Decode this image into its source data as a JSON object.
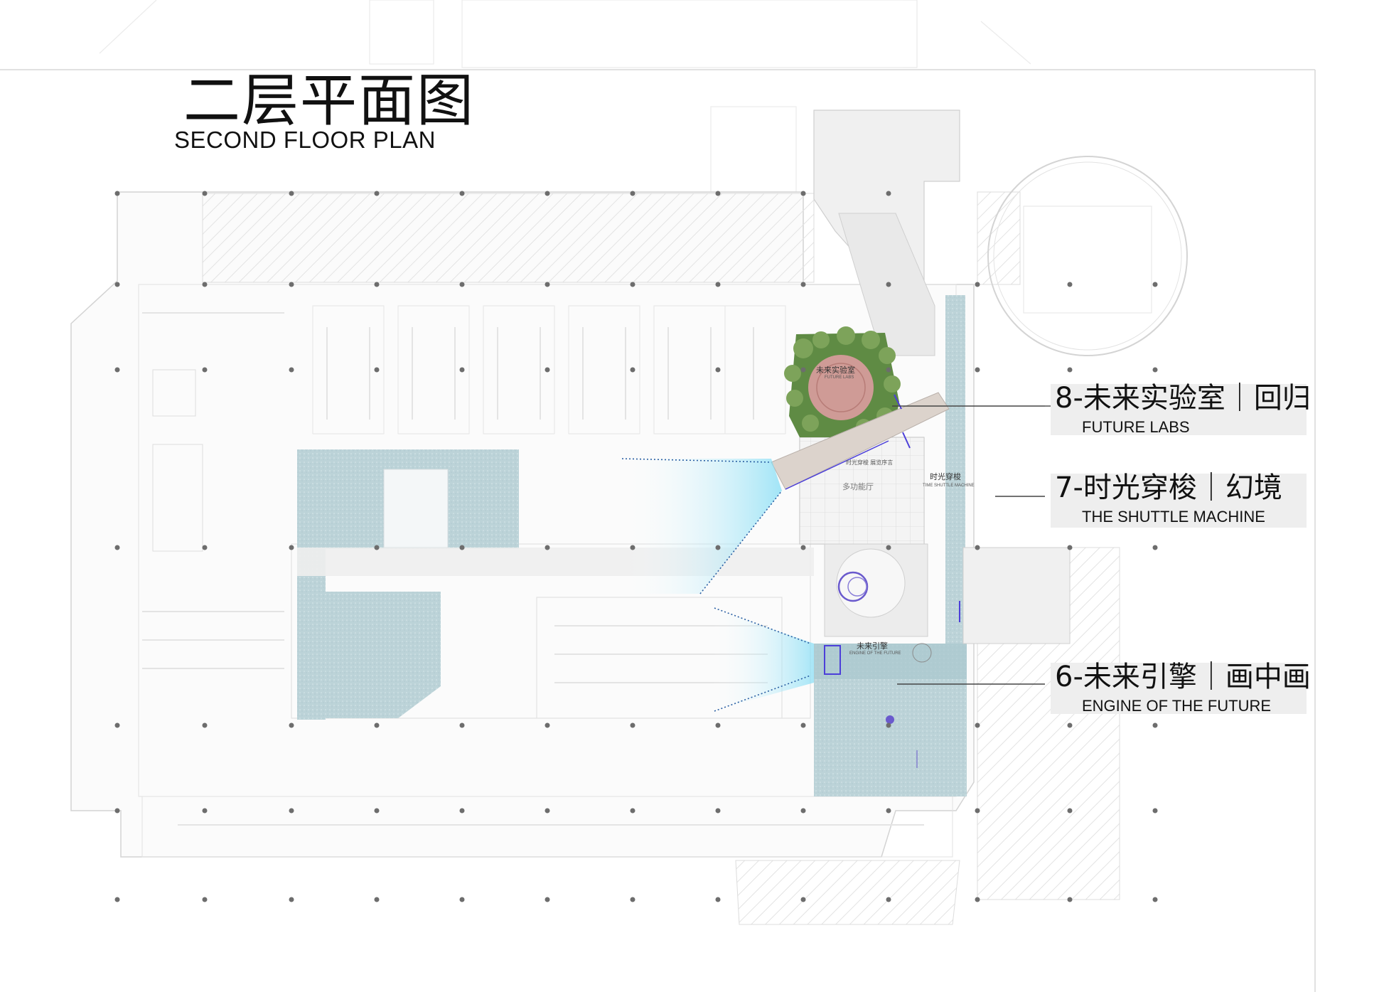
{
  "title": {
    "cn": "二层平面图",
    "en": "SECOND FLOOR PLAN"
  },
  "callouts": [
    {
      "cn": "8-未来实验室｜回归",
      "en": "FUTURE LABS"
    },
    {
      "cn": "7-时光穿梭｜幻境",
      "en": "THE SHUTTLE MACHINE"
    },
    {
      "cn": "6-未来引擎｜画中画",
      "en": "ENGINE OF THE FUTURE"
    }
  ],
  "plan_labels": {
    "future_labs": "未来实验室",
    "future_labs_en": "FUTURE LABS",
    "shuttle": "时光穿梭",
    "shuttle_en": "TIME SHUTTLE MACHINE",
    "engine": "未来引擎",
    "engine_en": "ENGINE OF THE FUTURE",
    "multi_hall": "多功能厅",
    "exhibition": "时光穿梭 展览序言"
  },
  "colors": {
    "pale_blue": "#bcd4da",
    "garden_green": "#6f9a4c",
    "red_circle": "#c98a86",
    "cyan_glow": "#8fe3f7",
    "line_grey": "#d9d9d9",
    "dot_grey": "#6d6d6d"
  }
}
